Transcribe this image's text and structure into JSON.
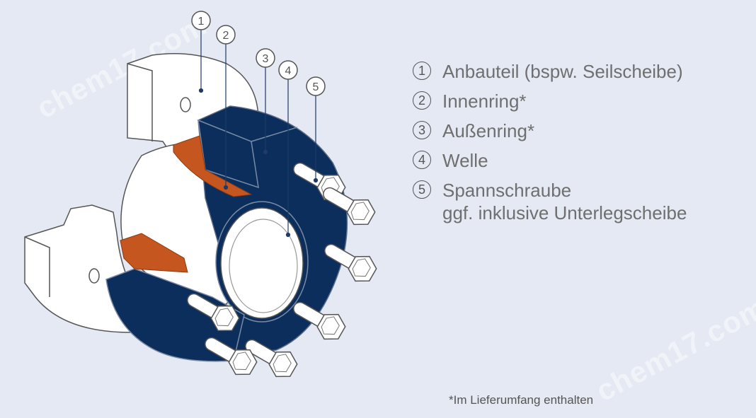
{
  "callouts": [
    {
      "num": "1"
    },
    {
      "num": "2"
    },
    {
      "num": "3"
    },
    {
      "num": "4"
    },
    {
      "num": "5"
    }
  ],
  "legend": [
    {
      "num": "1",
      "text": "Anbauteil (bspw. Seilscheibe)"
    },
    {
      "num": "2",
      "text": "Innenring*"
    },
    {
      "num": "3",
      "text": "Außenring*"
    },
    {
      "num": "4",
      "text": "Welle"
    },
    {
      "num": "5",
      "text": "Spannschraube",
      "text2": "ggf. inklusive Unterlegscheibe"
    }
  ],
  "footnote": "*Im Lieferumfang enthalten",
  "watermark": "chem17.com",
  "colors": {
    "outer_ring": "#0b2e5c",
    "inner_ring": "#c6561f",
    "background": "#e4e9f3",
    "line": "#4a4a4a"
  }
}
